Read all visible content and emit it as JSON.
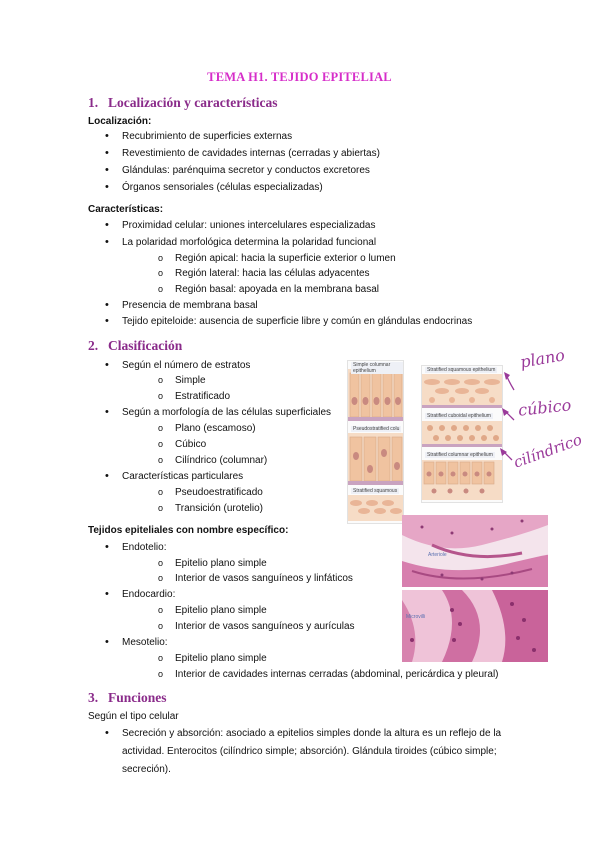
{
  "title": "TEMA H1. TEJIDO EPITELIAL",
  "section1": {
    "num": "1.",
    "heading": "Localización y características",
    "loc_label": "Localización:",
    "loc_items": [
      "Recubrimiento de superficies externas",
      "Revestimiento de cavidades internas (cerradas y abiertas)",
      "Glándulas: parénquima secretor y conductos excretores",
      "Órganos sensoriales (células especializadas)"
    ],
    "car_label": "Características:",
    "car_items": [
      "Proximidad celular: uniones intercelulares especializadas",
      "La polaridad morfológica determina la polaridad funcional",
      "Presencia de membrana basal",
      "Tejido epiteloide: ausencia de superficie libre y común en glándulas endocrinas"
    ],
    "polar_sub": [
      "Región apical: hacia la superficie exterior o lumen",
      "Región lateral: hacia las células adyacentes",
      "Región basal: apoyada en la membrana basal"
    ]
  },
  "section2": {
    "num": "2.",
    "heading": "Clasificación",
    "items": [
      {
        "label": "Según el número de estratos",
        "subs": [
          "Simple",
          "Estratificado"
        ]
      },
      {
        "label": "Según a morfología de las células superficiales",
        "subs": [
          "Plano (escamoso)",
          "Cúbico",
          "Cilíndrico (columnar)"
        ]
      },
      {
        "label": "Características particulares",
        "subs": [
          "Pseudoestratificado",
          "Transición (urotelio)"
        ]
      }
    ],
    "named_label": "Tejidos epiteliales con nombre específico:",
    "named": [
      {
        "label": "Endotelio:",
        "subs": [
          "Epitelio plano simple",
          "Interior de vasos sanguíneos y linfáticos"
        ]
      },
      {
        "label": "Endocardio:",
        "subs": [
          "Epitelio plano simple",
          "Interior de vasos sanguíneos y aurículas"
        ]
      },
      {
        "label": "Mesotelio:",
        "subs": [
          "Epitelio plano simple",
          "Interior de cavidades internas cerradas (abdominal, pericárdica y pleural)"
        ]
      }
    ],
    "figure_left": [
      "Simple columnar epithelium",
      "Pseudostratified colu",
      "Stratified squamous"
    ],
    "figure_right": [
      "Stratified squamous epithelium",
      "Stratified cuboidal epithelium",
      "Stratified columnar epithelium"
    ],
    "handwritten": [
      "plano",
      "cúbico",
      "cilíndrico"
    ],
    "micro_labels": [
      "Arteriole",
      "Microvilli"
    ]
  },
  "section3": {
    "num": "3.",
    "heading": "Funciones",
    "intro": "Según el tipo celular",
    "bullet_lines": [
      "Secreción y absorción: asociado a epitelios simples donde la altura es un reflejo de la",
      "actividad. Enterocitos (cilíndrico simple; absorción). Glándula tiroides (cúbico simple;",
      "secreción)."
    ]
  },
  "colors": {
    "title": "#d62ec9",
    "heading": "#8a2b8a",
    "handwriting": "#9a3a9a",
    "cell": "#f2c9a8",
    "stain": "#e7a3c4"
  }
}
